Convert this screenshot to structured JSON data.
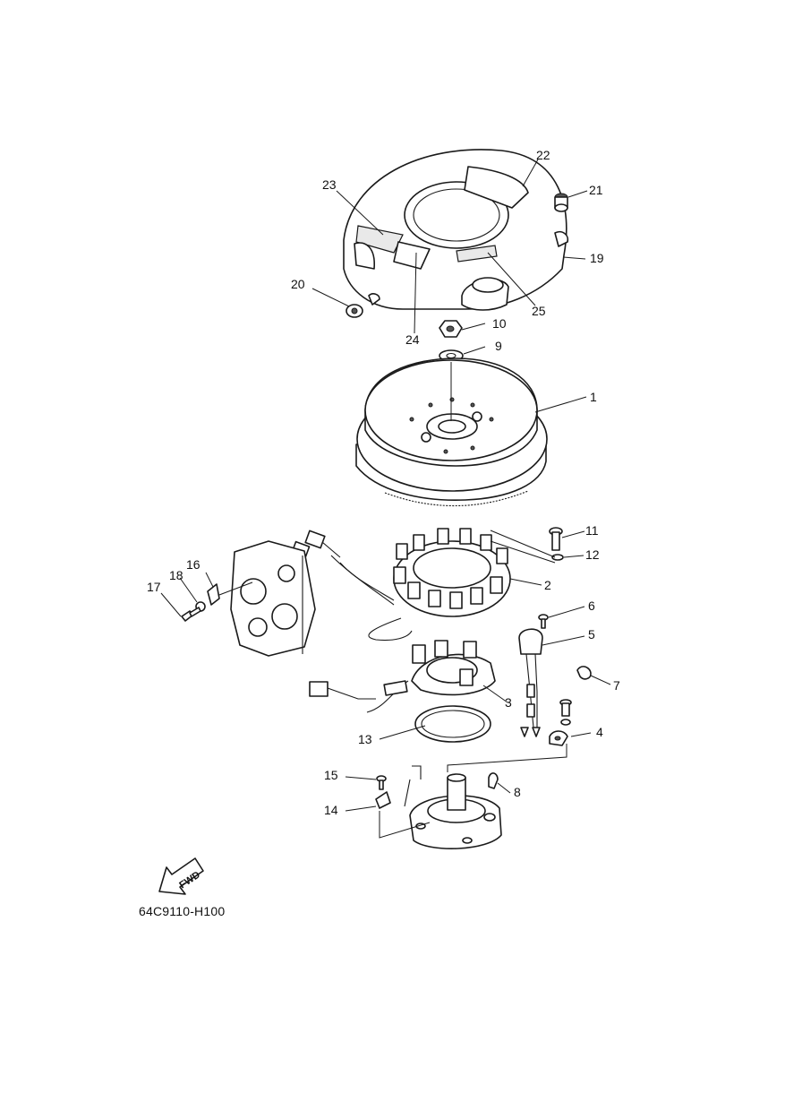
{
  "diagram_code": "64C9110-H100",
  "direction_arrow": {
    "label": "FWD",
    "icon": "fwd-arrow-icon"
  },
  "callouts": [
    {
      "id": "c1",
      "label": "1"
    },
    {
      "id": "c2",
      "label": "2"
    },
    {
      "id": "c3",
      "label": "3"
    },
    {
      "id": "c4",
      "label": "4"
    },
    {
      "id": "c5",
      "label": "5"
    },
    {
      "id": "c6",
      "label": "6"
    },
    {
      "id": "c7",
      "label": "7"
    },
    {
      "id": "c8",
      "label": "8"
    },
    {
      "id": "c9",
      "label": "9"
    },
    {
      "id": "c10",
      "label": "10"
    },
    {
      "id": "c11",
      "label": "11"
    },
    {
      "id": "c12",
      "label": "12"
    },
    {
      "id": "c13",
      "label": "13"
    },
    {
      "id": "c14",
      "label": "14"
    },
    {
      "id": "c15",
      "label": "15"
    },
    {
      "id": "c16",
      "label": "16"
    },
    {
      "id": "c17",
      "label": "17"
    },
    {
      "id": "c18",
      "label": "18"
    },
    {
      "id": "c19",
      "label": "19"
    },
    {
      "id": "c20",
      "label": "20"
    },
    {
      "id": "c21",
      "label": "21"
    },
    {
      "id": "c22",
      "label": "22"
    },
    {
      "id": "c23",
      "label": "23"
    },
    {
      "id": "c24",
      "label": "24"
    },
    {
      "id": "c25",
      "label": "25"
    }
  ]
}
